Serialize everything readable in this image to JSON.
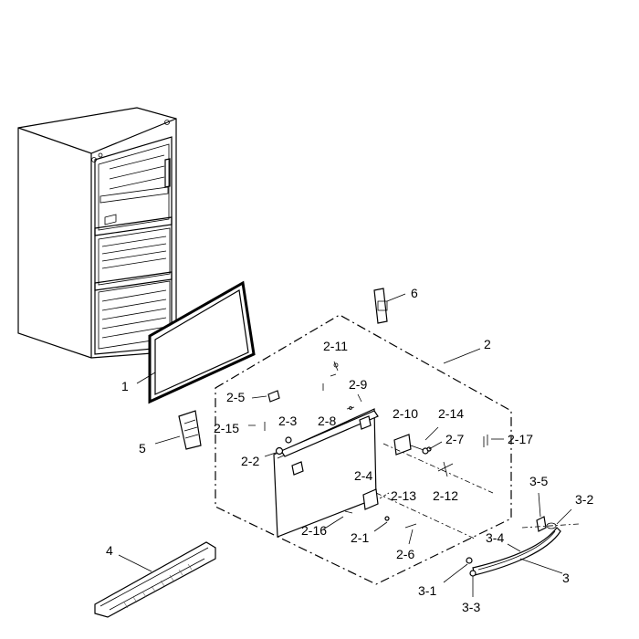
{
  "labels": {
    "l1": "1",
    "l2": "2",
    "l2_1": "2-1",
    "l2_2": "2-2",
    "l2_3": "2-3",
    "l2_4": "2-4",
    "l2_5": "2-5",
    "l2_6": "2-6",
    "l2_7": "2-7",
    "l2_8": "2-8",
    "l2_9": "2-9",
    "l2_10": "2-10",
    "l2_11": "2-11",
    "l2_12": "2-12",
    "l2_13": "2-13",
    "l2_14": "2-14",
    "l2_15": "2-15",
    "l2_16": "2-16",
    "l2_17": "2-17",
    "l3": "3",
    "l3_1": "3-1",
    "l3_2": "3-2",
    "l3_3": "3-3",
    "l3_4": "3-4",
    "l3_5": "3-5",
    "l4": "4",
    "l5": "5",
    "l6": "6"
  }
}
